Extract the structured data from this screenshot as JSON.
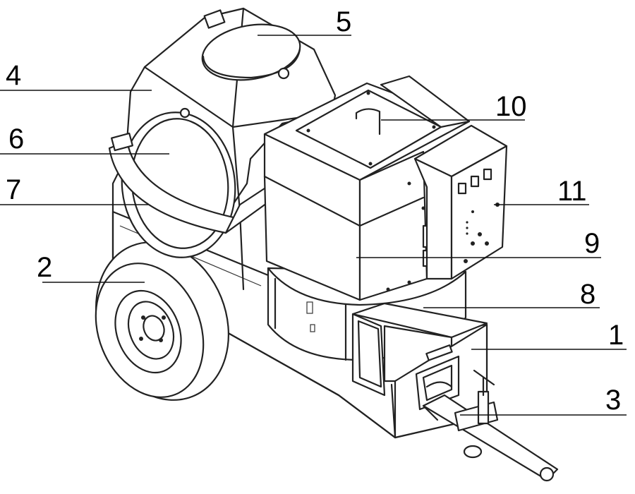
{
  "figure": {
    "background": "#ffffff",
    "line_color": "#222222",
    "labels": [
      {
        "id": "1",
        "text": "1"
      },
      {
        "id": "2",
        "text": "2"
      },
      {
        "id": "3",
        "text": "3"
      },
      {
        "id": "4",
        "text": "4"
      },
      {
        "id": "5",
        "text": "5"
      },
      {
        "id": "6",
        "text": "6"
      },
      {
        "id": "7",
        "text": "7"
      },
      {
        "id": "8",
        "text": "8"
      },
      {
        "id": "9",
        "text": "9"
      },
      {
        "id": "10",
        "text": "10"
      },
      {
        "id": "11",
        "text": "11"
      }
    ]
  }
}
